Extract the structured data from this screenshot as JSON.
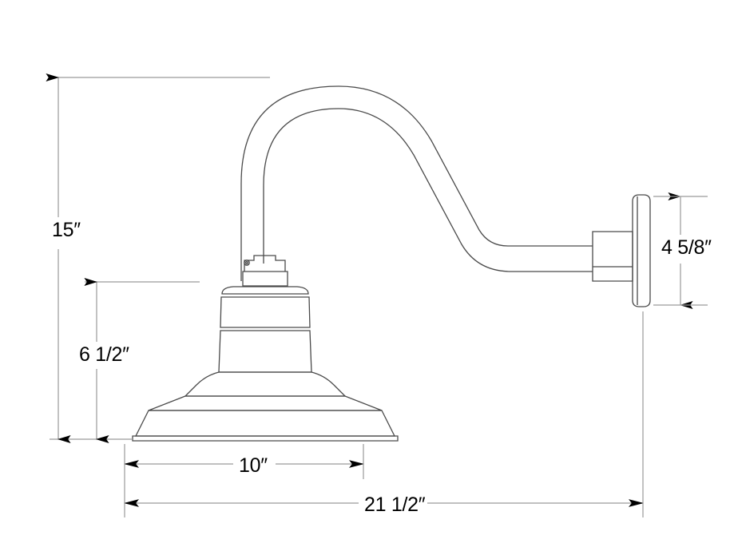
{
  "drawing": {
    "title": "Gooseneck Barn Light Wall Fixture Dimensional Drawing",
    "subject": "wall-mounted gooseneck warehouse light fixture",
    "view": "side elevation",
    "units": "inches",
    "line_color": "#000000",
    "outline_color": "#4a4a4a",
    "dimension_line_color": "#808080",
    "background_color": "#ffffff",
    "text_color": "#000000"
  },
  "dimensions": {
    "height": {
      "label": "15″",
      "value": 15,
      "orientation": "vertical",
      "measures": "overall fixture height from top of gooseneck arc to bottom rim of shade"
    },
    "shade_height": {
      "label": "6 1/2″",
      "value": 6.5,
      "orientation": "vertical",
      "measures": "shade and neck height from top of fitter to bottom rim of shade"
    },
    "shade_diameter": {
      "label": "10″",
      "value": 10,
      "orientation": "horizontal",
      "measures": "shade bottom rim diameter"
    },
    "projection": {
      "label": "21 1/2″",
      "value": 21.5,
      "orientation": "horizontal",
      "measures": "overall projection from wall plate to outer edge of shade"
    },
    "backplate_height": {
      "label": "4 5/8″",
      "value": 4.625,
      "orientation": "vertical",
      "measures": "wall mounting plate height"
    }
  },
  "parts": [
    {
      "name": "wall-plate",
      "description": "vertical rounded rectangular wall mounting plate"
    },
    {
      "name": "mount-block",
      "description": "rectangular canopy block joining arm to wall plate"
    },
    {
      "name": "gooseneck-arm",
      "description": "curved tubular gooseneck arm"
    },
    {
      "name": "fitter",
      "description": "stepped socket fitter with set screw"
    },
    {
      "name": "set-screw",
      "description": "round set screw on fitter"
    },
    {
      "name": "shade-neck",
      "description": "tapered upper neck of shade"
    },
    {
      "name": "shade-body",
      "description": "flared warehouse barn shade"
    },
    {
      "name": "shade-rim",
      "description": "flat bottom rim lip of shade"
    }
  ]
}
